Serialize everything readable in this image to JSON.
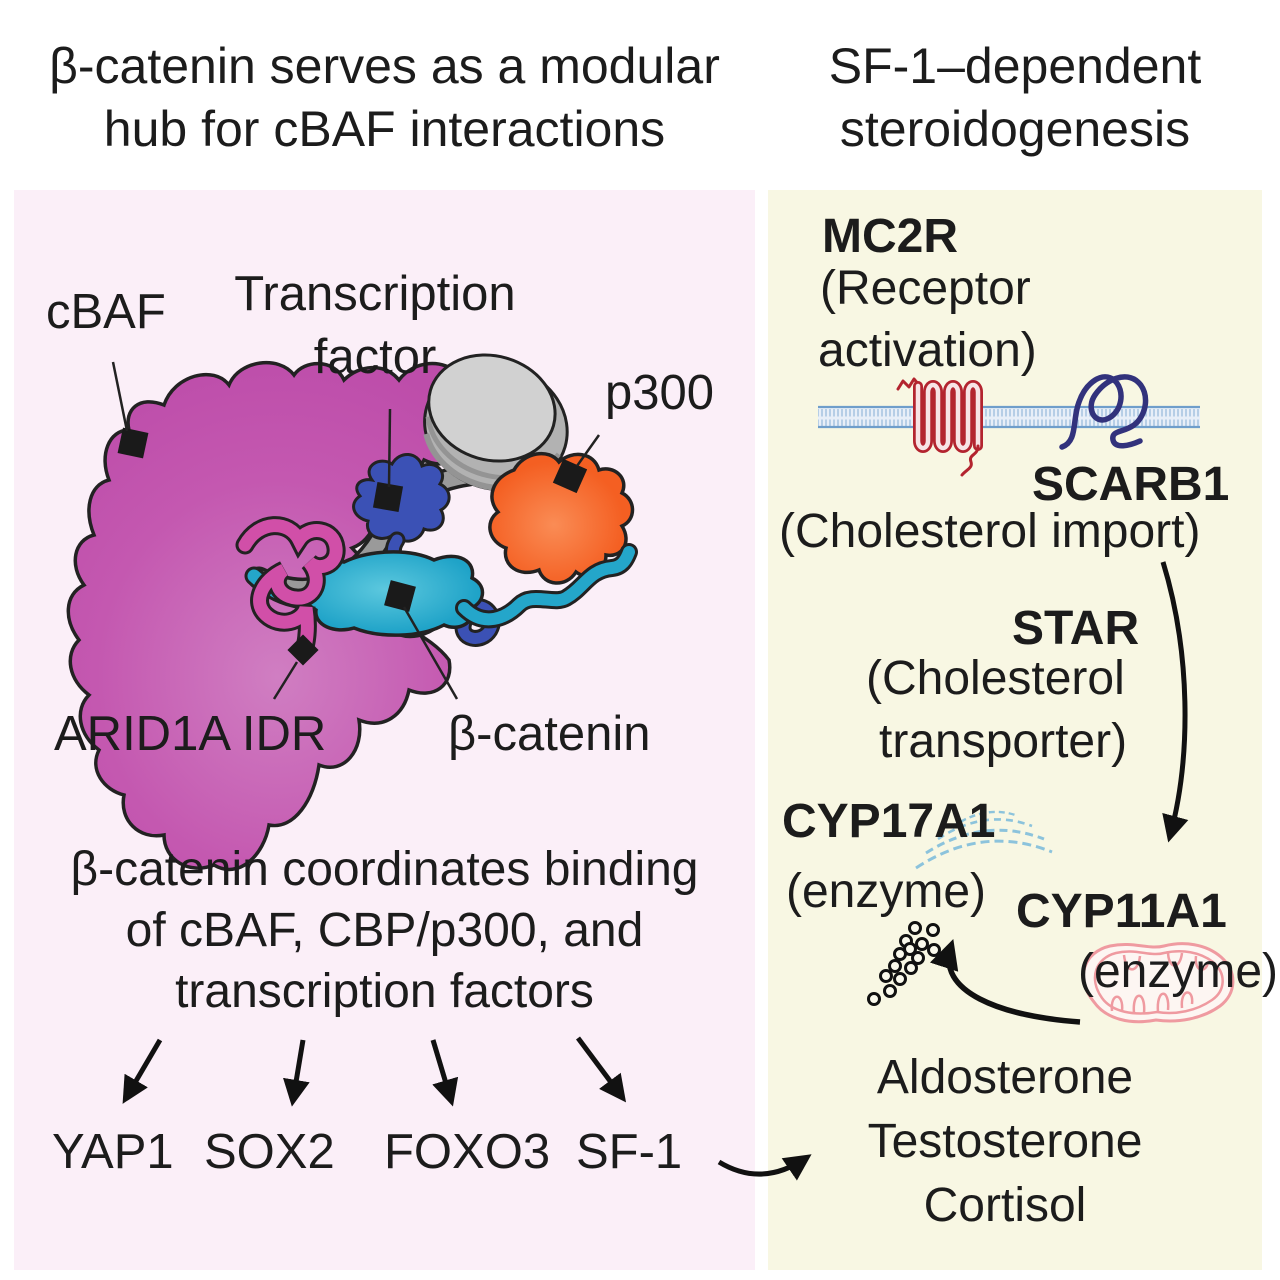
{
  "titles": {
    "left": [
      "β-catenin serves as a modular",
      "hub for cBAF interactions"
    ],
    "right": [
      "SF-1–dependent",
      "steroidogenesis"
    ]
  },
  "left_panel": {
    "molecule_labels": {
      "cbaf": "cBAF",
      "transcription_factor": [
        "Transcription",
        "factor"
      ],
      "p300": "p300",
      "arid1a_idr": "ARID1A IDR",
      "beta_catenin": "β-catenin"
    },
    "molecule_parts": [
      "cBAF complex",
      "nucleosomes",
      "DNA",
      "transcription factor",
      "p300",
      "β-catenin",
      "ARID1A IDR",
      "interaction-site markers"
    ],
    "caption": [
      "β-catenin coordinates binding",
      "of cBAF, CBP/p300, and",
      "transcription factors"
    ],
    "targets": [
      "YAP1",
      "SOX2",
      "FOXO3",
      "SF-1"
    ]
  },
  "right_panel": {
    "mc2r": {
      "gene": "MC2R",
      "role": [
        "(Receptor",
        "activation)"
      ]
    },
    "scarb1": {
      "gene": "SCARB1",
      "role": "(Cholesterol import)"
    },
    "star": {
      "gene": "STAR",
      "role": [
        "(Cholesterol",
        "transporter)"
      ]
    },
    "cyp17a1": {
      "gene": "CYP17A1",
      "role": "(enzyme)"
    },
    "cyp11a1": {
      "gene": "CYP11A1",
      "role": "(enzyme)"
    },
    "products": [
      "Aldosterone",
      "Testosterone",
      "Cortisol"
    ],
    "icons": [
      "cell-membrane",
      "gpcr-receptor",
      "scarb1-protein",
      "endoplasmic-reticulum",
      "mitochondrion",
      "cholesterol-molecules"
    ]
  },
  "colors": {
    "left_panel_bg": "#fbeff8",
    "right_panel_bg": "#f8f7e3",
    "cbaf_fill": "#c458b0",
    "arid1a_fill": "#d14fa8",
    "tf_fill": "#3b51b5",
    "p300_fill": "#f4622a",
    "beta_catenin_fill": "#24a6ca",
    "nucleosome_fill": "#d1d1d1",
    "dna_fill": "#9a9a9a",
    "membrane_fill": "#e8eff8",
    "gpcr_stroke": "#b3242f",
    "scarb1_stroke": "#32327c",
    "er_stroke": "#8cc3dc",
    "mito_stroke": "#ef9aa0",
    "text": "#1c1c1c"
  }
}
